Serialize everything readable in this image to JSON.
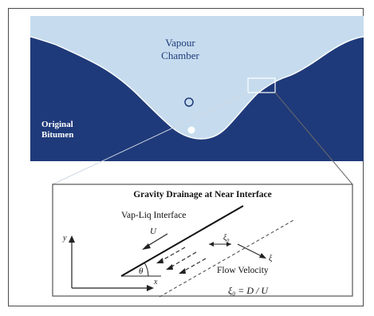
{
  "figure": {
    "chamber_label_line1": "Vapour",
    "chamber_label_line2": "Chamber",
    "bitumen_label_line1": "Original",
    "bitumen_label_line2": "Bitumen",
    "colors": {
      "bitumen": "#1f3a7a",
      "vapour": "#c6dcee",
      "interface_line": "#ffffff"
    }
  },
  "inset": {
    "title": "Gravity Drainage at Near Interface",
    "interface_label": "Vap-Liq Interface",
    "velocity_symbol": "U",
    "flow_label": "Flow Velocity",
    "axis_y": "y",
    "axis_x": "x",
    "angle_symbol": "θ",
    "xi_symbol": "ξ",
    "xi0_symbol": "ξ₀",
    "equation": "ξ₀ = D / U"
  }
}
